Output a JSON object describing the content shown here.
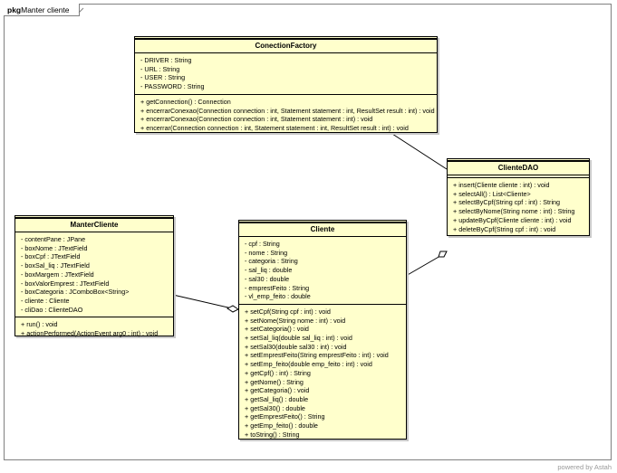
{
  "package": {
    "keyword": "pkg",
    "name": "Manter cliente"
  },
  "footer": {
    "powered_by": "powered by Astah"
  },
  "classes": {
    "conection_factory": {
      "name": "ConectionFactory",
      "attributes": [
        "- DRIVER : String",
        "- URL : String",
        "- USER : String",
        "- PASSWORD : String"
      ],
      "operations": [
        "+ getConnection() : Connection",
        "+ encerrarConexao(Connection connection : int, Statement statement : int, ResultSet result : int) : void",
        "+ encerrarConexao(Connection connection : int, Statement statement : int) : void",
        "+ encerrar(Connection connection : int, Statement statement : int, ResultSet result : int) : void"
      ]
    },
    "cliente_dao": {
      "name": "ClienteDAO",
      "attributes": [],
      "operations": [
        "+ insert(Cliente cliente : int) : void",
        "+ selectAll() : List<Cliente>",
        "+ selectByCpf(String cpf : int) : String",
        "+ selectByNome(String nome : int) : String",
        "+ updateByCpf(Cliente cliente : int) : void",
        "+ deleteByCpf(String cpf : int) : void"
      ]
    },
    "manter_cliente": {
      "name": "ManterCliente",
      "attributes": [
        "- contentPane : JPane",
        "- boxNome : JTextField",
        "- boxCpf : JTextField",
        "- boxSal_liq : JTextField",
        "- boxMargem : JTextField",
        "- boxValorEmprest : JTextField",
        "- boxCategoria : JComboBox<String>",
        "- cliente : Cliente",
        "- cliDao : ClienteDAO"
      ],
      "operations": [
        "+ run() : void",
        "+ actionPerformed(ActionEvent arg0 : int) : void"
      ]
    },
    "cliente": {
      "name": "Cliente",
      "attributes": [
        "- cpf : String",
        "- nome : String",
        "- categoria : String",
        "- sal_liq : double",
        "- sal30 : double",
        "- emprestFeito : String",
        "- vl_emp_feito : double"
      ],
      "operations": [
        "+ setCpf(String cpf : int) : void",
        "+ setNome(String nome : int) : void",
        "+ setCategoria() : void",
        "+ setSal_liq(double sal_liq : int) : void",
        "+ setSal30(double sal30 : int) : void",
        "+ setEmprestFeito(String emprestFeito : int) : void",
        "+ setEmp_feito(double emp_feito : int) : void",
        "+ getCpf() : int) : String",
        "+ getNome() : String",
        "+ getCategoria() : void",
        "+ getSal_liq() : double",
        "+ getSal30() : double",
        "+ getEmprestFeito() : String",
        "+ getEmp_feito() : double",
        "+ toString() : String"
      ]
    }
  },
  "colors": {
    "class_fill": "#ffffcc",
    "border": "#000000",
    "frame": "#808080"
  }
}
